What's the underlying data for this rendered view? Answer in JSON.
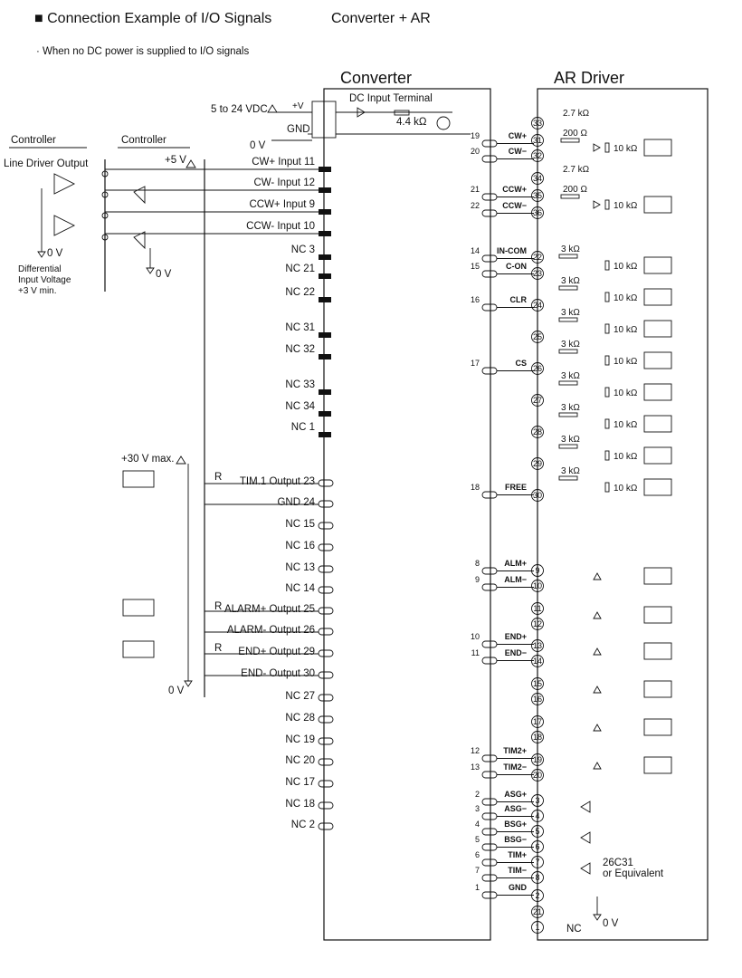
{
  "header": {
    "title": "■ Connection Example of I/O Signals",
    "subtitle": "Converter + AR",
    "note": "· When no DC power is supplied to I/O signals"
  },
  "boxes": {
    "converter": "Converter",
    "ar_driver": "AR Driver"
  },
  "controllers": {
    "left_title": "Controller",
    "right_title": "Controller",
    "line_driver": "Line Driver Output",
    "zero_v": "0 V",
    "diff_note": [
      "Differential",
      "Input Voltage",
      "+3 V min."
    ],
    "plus5": "+5 V",
    "plus30": "+30 V max.",
    "r": "R"
  },
  "dc_input": {
    "vdc": "5 to 24 VDC",
    "plus_v": "+V",
    "gnd": "GND",
    "zero_v": "0 V",
    "terminal": "DC Input Terminal",
    "resistor": "4.4 kΩ"
  },
  "converter_inputs": [
    "CW+ Input 11",
    "CW- Input 12",
    "CCW+ Input  9",
    "CCW- Input 10",
    "NC  3",
    "NC 21",
    "NC 22",
    "NC 31",
    "NC 32",
    "NC 33",
    "NC 34",
    "NC  1"
  ],
  "converter_outputs": [
    "TIM.1 Output 23",
    "GND 24",
    "NC 15",
    "NC 16",
    "NC 13",
    "NC 14",
    "ALARM+ Output 25",
    "ALARM- Output 26",
    "END+ Output 29",
    "END- Output 30",
    "NC 27",
    "NC 28",
    "NC 19",
    "NC 20",
    "NC 17",
    "NC 18",
    "NC  2"
  ],
  "converter_right_pins": [
    "19",
    "20",
    "21",
    "22",
    "14",
    "15",
    "16",
    "17",
    "18",
    "8",
    "9",
    "10",
    "11",
    "12",
    "13",
    "2",
    "3",
    "4",
    "5",
    "6",
    "7",
    "1"
  ],
  "signal_names": [
    "CW+",
    "CW−",
    "CCW+",
    "CCW−",
    "IN-COM",
    "C-ON",
    "CLR",
    "CS",
    "FREE",
    "ALM+",
    "ALM−",
    "END+",
    "END−",
    "TIM2+",
    "TIM2−",
    "ASG+",
    "ASG−",
    "BSG+",
    "BSG−",
    "TIM+",
    "TIM−",
    "GND"
  ],
  "driver_pins": [
    "33",
    "31",
    "32",
    "34",
    "35",
    "36",
    "22",
    "23",
    "24",
    "25",
    "26",
    "27",
    "28",
    "29",
    "30",
    "9",
    "10",
    "11",
    "12",
    "13",
    "14",
    "15",
    "16",
    "17",
    "18",
    "19",
    "20",
    "3",
    "4",
    "5",
    "6",
    "7",
    "8",
    "2",
    "21",
    "1"
  ],
  "driver_values": {
    "r27": "2.7 kΩ",
    "r200": "200 Ω",
    "r10": "10 kΩ",
    "r3": "3 kΩ",
    "nc": "NC",
    "zero_v": "0 V",
    "equiv": [
      "26C31",
      "or Equivalent"
    ]
  }
}
